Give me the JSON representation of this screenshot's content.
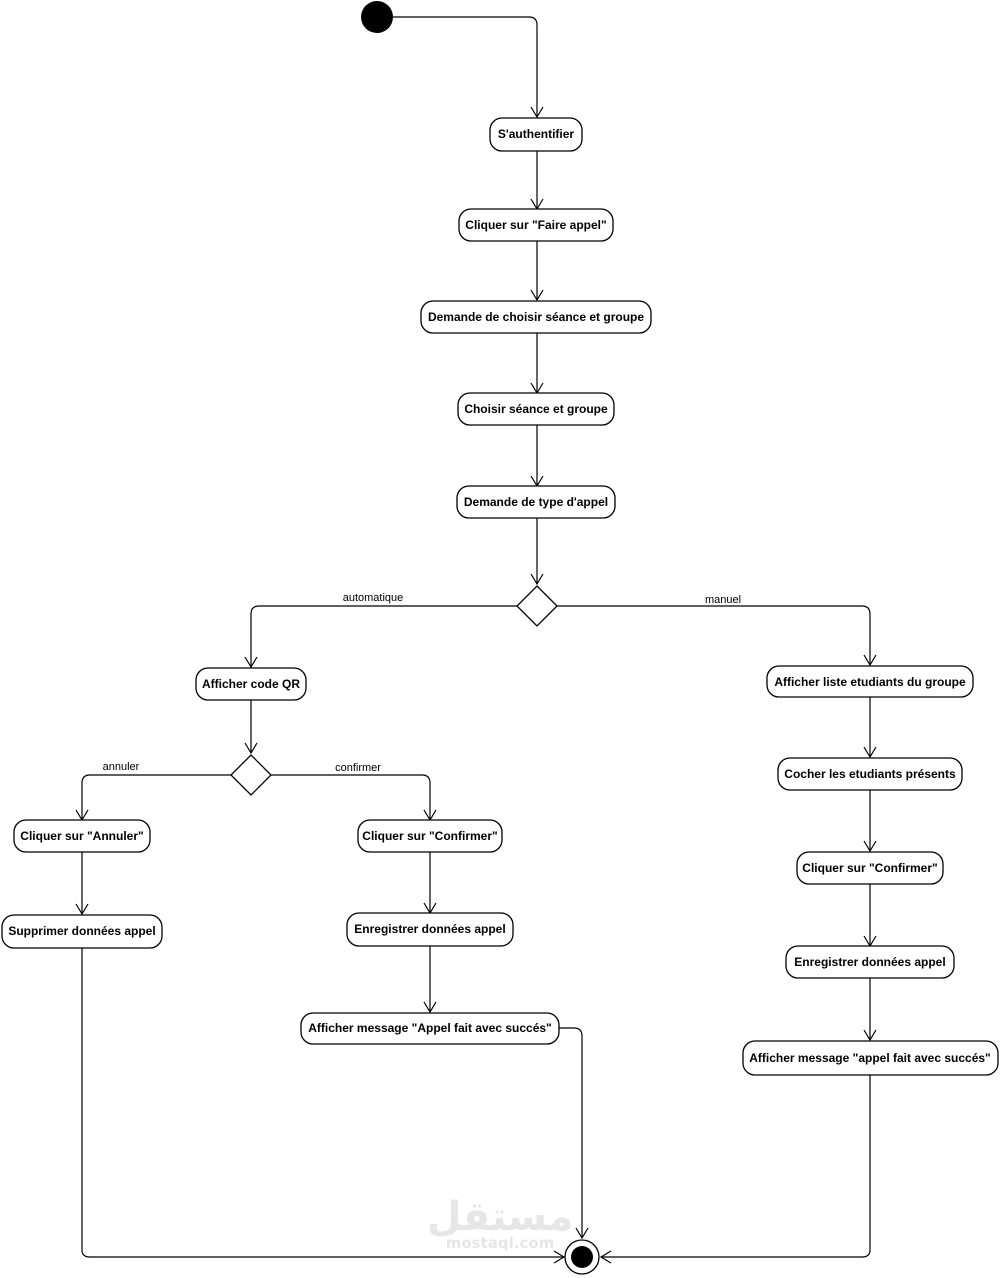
{
  "actions": {
    "authenticate": "S'authentifier",
    "click_faire_appel": "Cliquer sur \"Faire appel\"",
    "request_session_group": "Demande de choisir séance et groupe",
    "choose_session_group": "Choisir séance et groupe",
    "request_call_type": "Demande de type d'appel",
    "show_qr": "Afficher code QR",
    "click_cancel": "Cliquer sur \"Annuler\"",
    "delete_data": "Supprimer données appel",
    "click_confirm_auto": "Cliquer sur \"Confirmer\"",
    "save_data_auto": "Enregistrer données appel",
    "success_auto": "Afficher message \"Appel fait avec succés\"",
    "show_student_list": "Afficher liste etudiants du groupe",
    "check_students": "Cocher les etudiants présents",
    "click_confirm_manual": "Cliquer sur \"Confirmer\"",
    "save_data_manual": "Enregistrer données appel",
    "success_manual": "Afficher message \"appel fait avec succés\""
  },
  "guards": {
    "automatic": "automatique",
    "manual": "manuel",
    "cancel": "annuler",
    "confirm": "confirmer"
  },
  "watermark": {
    "arabic": "مستقل",
    "latin": "mostaql.com"
  }
}
